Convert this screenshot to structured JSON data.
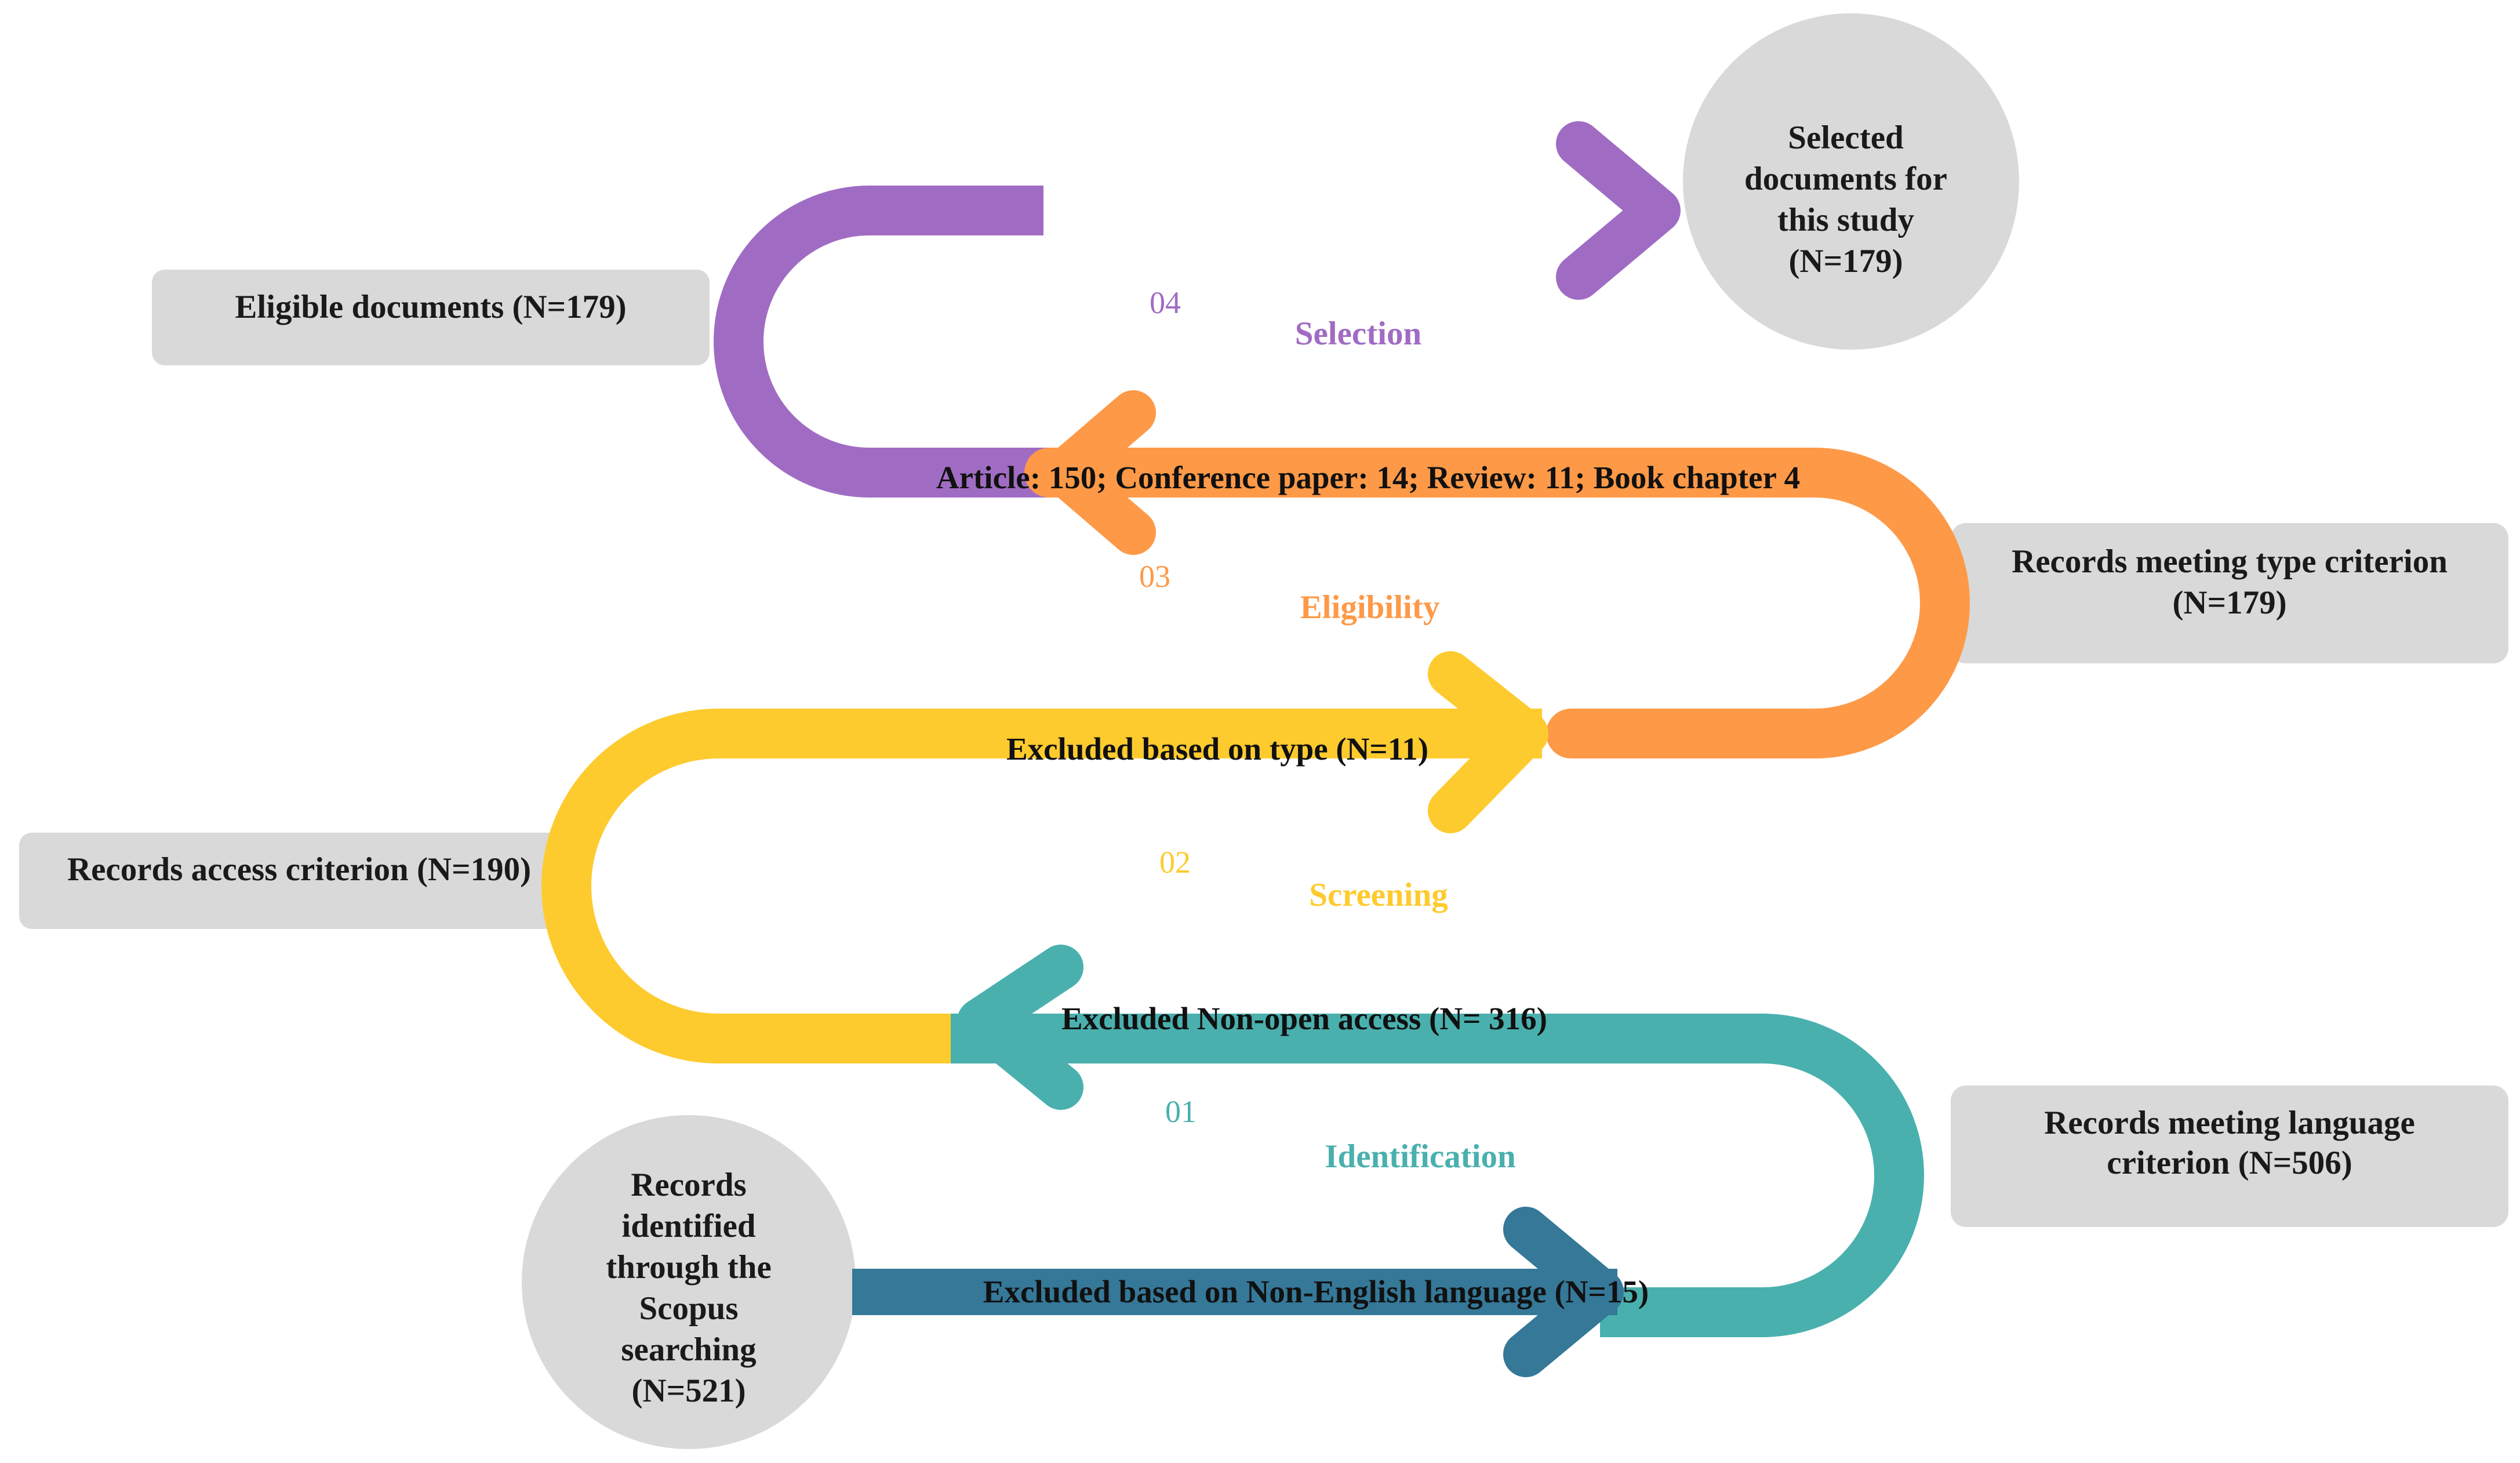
{
  "colors": {
    "identification": "#49B0AE",
    "identification_dark": "#357898",
    "screening": "#FECB2E",
    "eligibility": "#FE9947",
    "selection": "#A06CC3",
    "box_fill": "#D9D9D9",
    "text": "#1a1a1a"
  },
  "stages": {
    "identification": {
      "number": "01",
      "label": "Identification",
      "path_text": "Excluded Non-open access (N= 316)"
    },
    "screening": {
      "number": "02",
      "label": "Screening",
      "path_text": "Excluded based on type (N=11)"
    },
    "eligibility": {
      "number": "03",
      "label": "Eligibility",
      "path_text": "Article: 150; Conference paper: 14; Review: 11; Book chapter 4"
    },
    "selection": {
      "number": "04",
      "label": "Selection"
    }
  },
  "start": {
    "circle_lines": [
      "Records",
      "identified",
      "through the",
      "Scopus",
      "searching",
      "(N=521)"
    ],
    "path_text": "Excluded based on Non-English language (N=15)"
  },
  "boxes": {
    "language": {
      "lines": [
        "Records meeting language",
        "criterion (N=506)"
      ]
    },
    "access": {
      "lines": [
        "Records access criterion (N=190)"
      ]
    },
    "type": {
      "lines": [
        "Records meeting type criterion",
        "(N=179)"
      ]
    },
    "eligible": {
      "lines": [
        "Eligible documents (N=179)"
      ]
    }
  },
  "end": {
    "circle_lines": [
      "Selected",
      "documents for",
      "this study",
      "(N=179)"
    ]
  }
}
